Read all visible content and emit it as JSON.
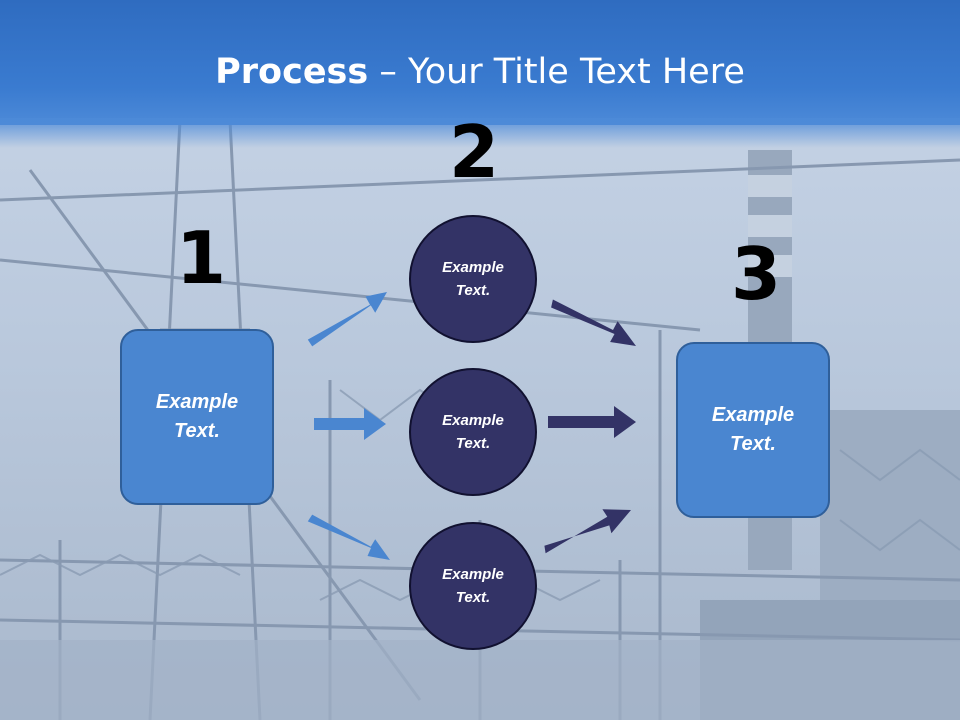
{
  "title": {
    "bold": "Process",
    "rest": " – Your Title Text Here"
  },
  "steps": [
    {
      "number": "1",
      "text": "Example\nText."
    },
    {
      "number": "2",
      "nodes": [
        "Example\nText.",
        "Example\nText.",
        "Example\nText."
      ]
    },
    {
      "number": "3",
      "text": "Example\nText."
    }
  ],
  "colors": {
    "box_fill": "#4a86d0",
    "circle_fill": "#333366",
    "arrow_light": "#4a86d0",
    "arrow_dark": "#333366",
    "header": "#2f6cc0"
  }
}
